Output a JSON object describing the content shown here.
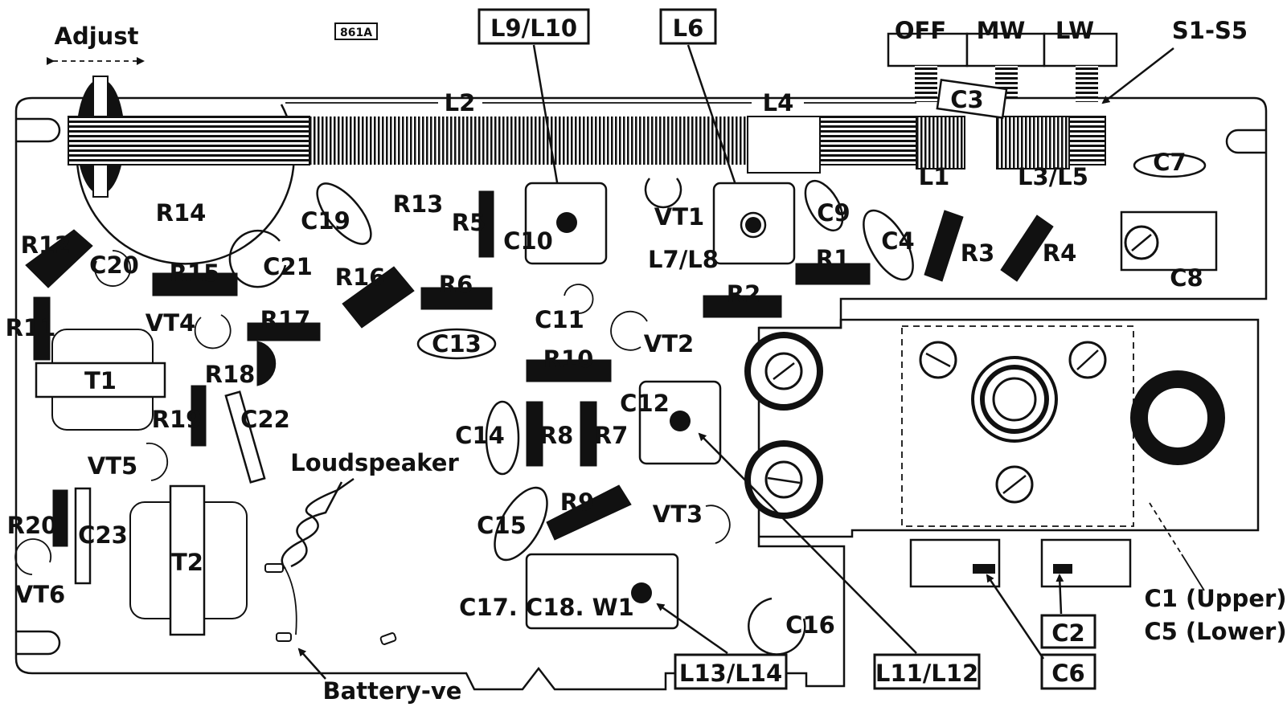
{
  "figure_code": "861A",
  "adjust_label": "Adjust",
  "switch": {
    "positions": [
      "OFF",
      "MW",
      "LW"
    ],
    "ref": "S1-S5"
  },
  "boxed_labels": {
    "l9_l10": "L9/L10",
    "l6": "L6",
    "l13_l14": "L13/L14",
    "l11_l12": "L11/L12",
    "c6": "C6",
    "c2": "C2"
  },
  "labels": {
    "l2": "L2",
    "l4": "L4",
    "c3": "C3",
    "l1": "L1",
    "l3_l5": "L3/L5",
    "c7": "C7",
    "r14": "R14",
    "r13": "R13",
    "c19": "C19",
    "r5": "R5",
    "c10": "C10",
    "vt1": "VT1",
    "l7_l8": "L7/L8",
    "c9": "C9",
    "c4": "C4",
    "r3": "R3",
    "r4": "R4",
    "c8": "C8",
    "r12": "R12",
    "c20": "C20",
    "r15": "R15",
    "c21": "C21",
    "r16": "R16",
    "r6": "R6",
    "r1": "R1",
    "r2": "R2",
    "r11": "R11",
    "vt4": "VT4",
    "r17": "R17",
    "c13": "C13",
    "c11": "C11",
    "vt2": "VT2",
    "t1": "T1",
    "r18": "R18",
    "r10": "R10",
    "r19": "R19",
    "c22": "C22",
    "c12": "C12",
    "c14": "C14",
    "r8": "R8",
    "r7": "R7",
    "vt5": "VT5",
    "loudspeaker": "Loudspeaker",
    "r9": "R9",
    "c15": "C15",
    "vt3": "VT3",
    "r20": "R20",
    "c23": "C23",
    "t2": "T2",
    "vt6": "VT6",
    "c17_c18_w1": "C17. C18. W1",
    "c16": "C16",
    "c1_upper": "C1 (Upper)",
    "c5_lower": "C5 (Lower)",
    "battery_ve": "Battery-ve"
  },
  "colors": {
    "ink": "#111111",
    "paper": "#ffffff"
  }
}
